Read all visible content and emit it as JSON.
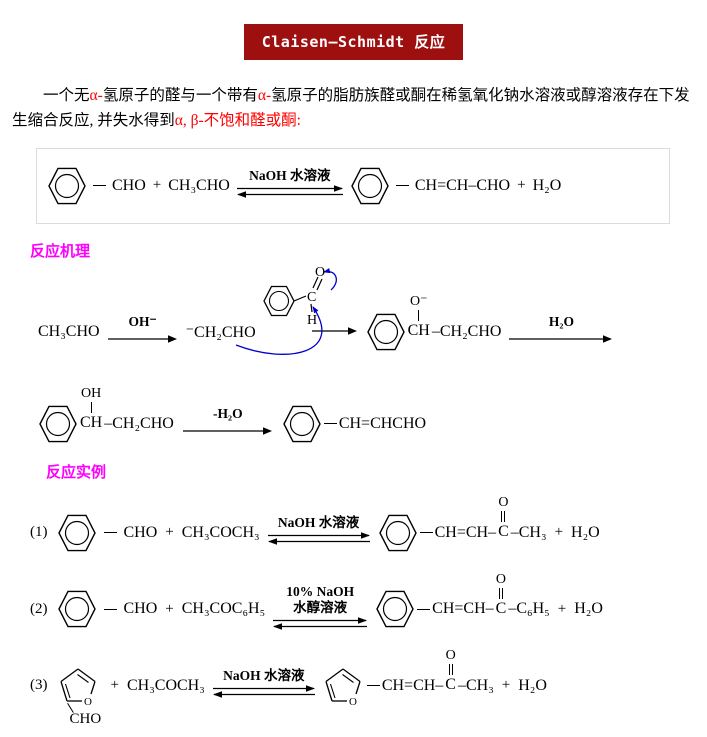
{
  "banner": {
    "title": "Claisen—Schmidt 反应",
    "bg_color": "#9e0f0f"
  },
  "intro": {
    "p1": "一个无",
    "r1": "α-",
    "p2": "氢原子的醛与一个带有",
    "r2": "α-",
    "p3": "氢原子的脂肪族醛或酮在稀氢氧化钠水溶液或醇溶液存在下发生缩合反应, 并失水得到",
    "r3": "α, β-不饱和醛或酮:"
  },
  "symbols": {
    "plus": "+"
  },
  "structures": {
    "furan_oxygen": "O"
  },
  "overview": {
    "aldehyde_suffix": "CHO",
    "reagent": "CH₃CHO",
    "condition": "NaOH 水溶液",
    "product": "CH=CH–CHO",
    "water": "H₂O"
  },
  "mechanism": {
    "heading": "反应机理",
    "step1_start": "CH₃CHO",
    "step1_condition": "OH⁻",
    "carbanion": "⁻CH₂CHO",
    "benzaldehyde_c": "C",
    "benzaldehyde_o": "O",
    "benzaldehyde_h": "H",
    "alkoxide_above": "O⁻",
    "alkoxide_ch": "CH",
    "alkoxide_rest": "–CH₂CHO",
    "step2_condition": "H₂O",
    "alcohol_above": "OH",
    "alcohol_ch": "CH",
    "alcohol_rest": "–CH₂CHO",
    "dehydration_condition": "-H₂O",
    "final_product": "CH=CHCHO"
  },
  "examples": {
    "heading": "反应实例",
    "rows": [
      {
        "index": "(1)",
        "aldehyde_suffix": "CHO",
        "ketone": "CH₃COCH₃",
        "condition1": "NaOH 水溶液",
        "product_pre": "CH=CH–",
        "carbonyl_o": "O",
        "carbonyl_c": "C",
        "product_post": "–CH₃",
        "water": "H₂O"
      },
      {
        "index": "(2)",
        "aldehyde_suffix": "CHO",
        "ketone": "CH₃COC₆H₅",
        "condition1": "10% NaOH",
        "condition2": "水醇溶液",
        "product_pre": "CH=CH–",
        "carbonyl_o": "O",
        "carbonyl_c": "C",
        "product_post": "–C₆H₅",
        "water": "H₂O"
      },
      {
        "index": "(3)",
        "aldehyde_suffix": "CHO",
        "ketone": "CH₃COCH₃",
        "condition1": "NaOH 水溶液",
        "product_pre": "CH=CH–",
        "carbonyl_o": "O",
        "carbonyl_c": "C",
        "product_post": "–CH₃",
        "water": "H₂O"
      }
    ]
  }
}
